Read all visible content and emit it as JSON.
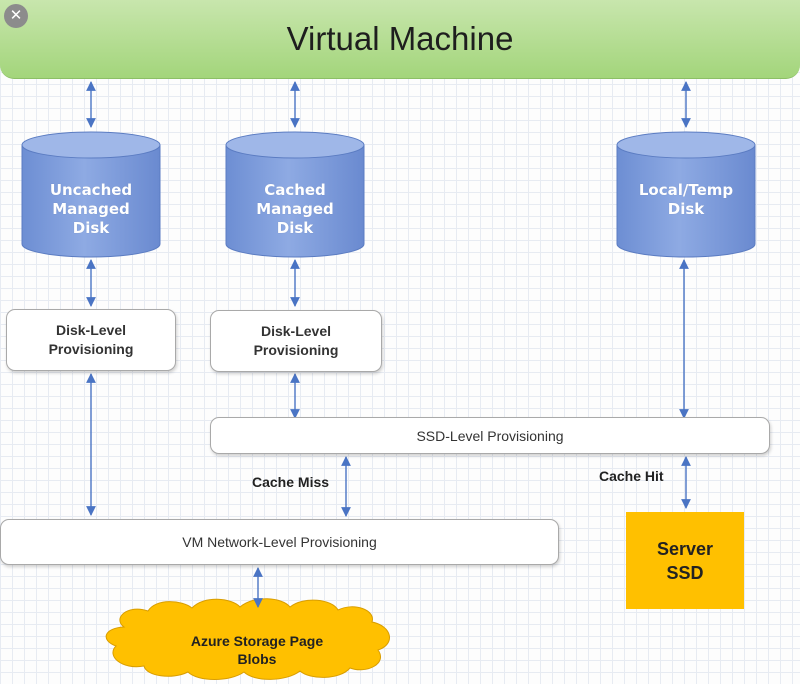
{
  "banner": {
    "title": "Virtual Machine"
  },
  "window": {
    "close_glyph": "✕"
  },
  "disks": {
    "uncached": "Uncached\nManaged\nDisk",
    "cached": "Cached\nManaged\nDisk",
    "local": "Local/Temp\nDisk"
  },
  "provisioning": {
    "disk_level_1": "Disk-Level\nProvisioning",
    "disk_level_2": "Disk-Level\nProvisioning",
    "ssd_level": "SSD-Level Provisioning",
    "vm_network_level": "VM Network-Level Provisioning"
  },
  "labels": {
    "cache_miss": "Cache Miss",
    "cache_hit": "Cache Hit"
  },
  "server_ssd": "Server\nSSD",
  "azure_storage": "Azure Storage Page\nBlobs",
  "colors": {
    "banner": "#a9d884",
    "disk": "#7f9fdc",
    "server_ssd": "#ffc000",
    "cloud": "#ffc000",
    "arrow": "#4a74c4"
  }
}
